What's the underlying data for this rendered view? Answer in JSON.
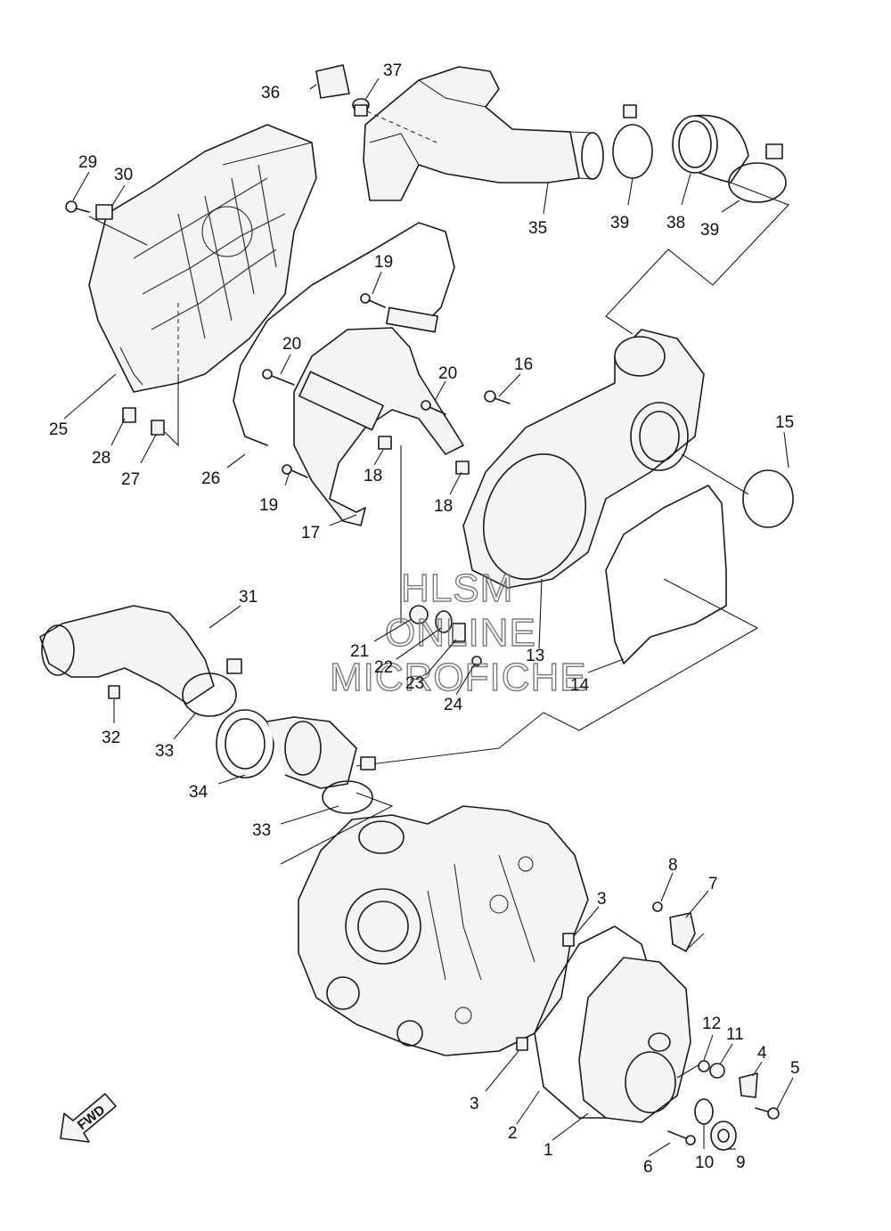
{
  "watermark": {
    "line1": "HLSM",
    "line2": "ONLINE",
    "line3": "MICROFICHE"
  },
  "direction_arrow": {
    "label": "FWD"
  },
  "callouts": {
    "p1": "1",
    "p2": "2",
    "p3a": "3",
    "p3b": "3",
    "p4": "4",
    "p5": "5",
    "p6": "6",
    "p7": "7",
    "p8": "8",
    "p9": "9",
    "p10": "10",
    "p11": "11",
    "p12": "12",
    "p13": "13",
    "p14": "14",
    "p15": "15",
    "p16": "16",
    "p17": "17",
    "p18a": "18",
    "p18b": "18",
    "p19a": "19",
    "p19b": "19",
    "p20a": "20",
    "p20b": "20",
    "p21": "21",
    "p22": "22",
    "p23": "23",
    "p24": "24",
    "p25": "25",
    "p26": "26",
    "p27": "27",
    "p28": "28",
    "p29": "29",
    "p30": "30",
    "p31": "31",
    "p32": "32",
    "p33a": "33",
    "p33b": "33",
    "p34": "34",
    "p35": "35",
    "p36": "36",
    "p37": "37",
    "p38": "38",
    "p39a": "39",
    "p39b": "39"
  }
}
